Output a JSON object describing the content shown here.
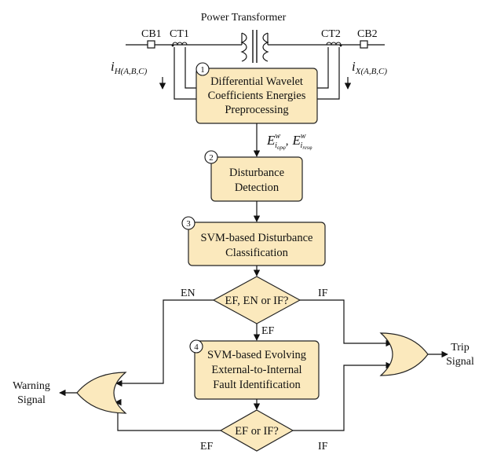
{
  "transformer": {
    "title": "Power Transformer",
    "cb1": "CB1",
    "ct1": "CT1",
    "ct2": "CT2",
    "cb2": "CB2",
    "i_h": "i",
    "i_h_sub": "H(A,B,C)",
    "i_x": "i",
    "i_x_sub": "X(A,B,C)"
  },
  "blocks": [
    {
      "num": "1",
      "lines": [
        "Differential Wavelet",
        "Coefficients Energies",
        "Preprocessing"
      ]
    },
    {
      "num": "2",
      "lines": [
        "Disturbance",
        "Detection"
      ]
    },
    {
      "num": "3",
      "lines": [
        "SVM-based Disturbance",
        "Classification"
      ]
    },
    {
      "num": "4",
      "lines": [
        "SVM-based Evolving",
        "External-to-Internal",
        "Fault Identification"
      ]
    }
  ],
  "energy_label": {
    "sym1": "E",
    "sup1": "w",
    "sub1": "i",
    "subsub1": "opφ",
    "sep": ",",
    "sym2": "E",
    "sup2": "w",
    "sub2": "i",
    "subsub2": "resφ"
  },
  "decisions": {
    "d1": {
      "text": "EF, EN or IF?",
      "left": "EN",
      "right": "IF",
      "down": "EF"
    },
    "d2": {
      "text": "EF or IF?",
      "left": "EF",
      "right": "IF"
    }
  },
  "outputs": {
    "trip": [
      "Trip",
      "Signal"
    ],
    "warning": [
      "Warning",
      "Signal"
    ]
  }
}
